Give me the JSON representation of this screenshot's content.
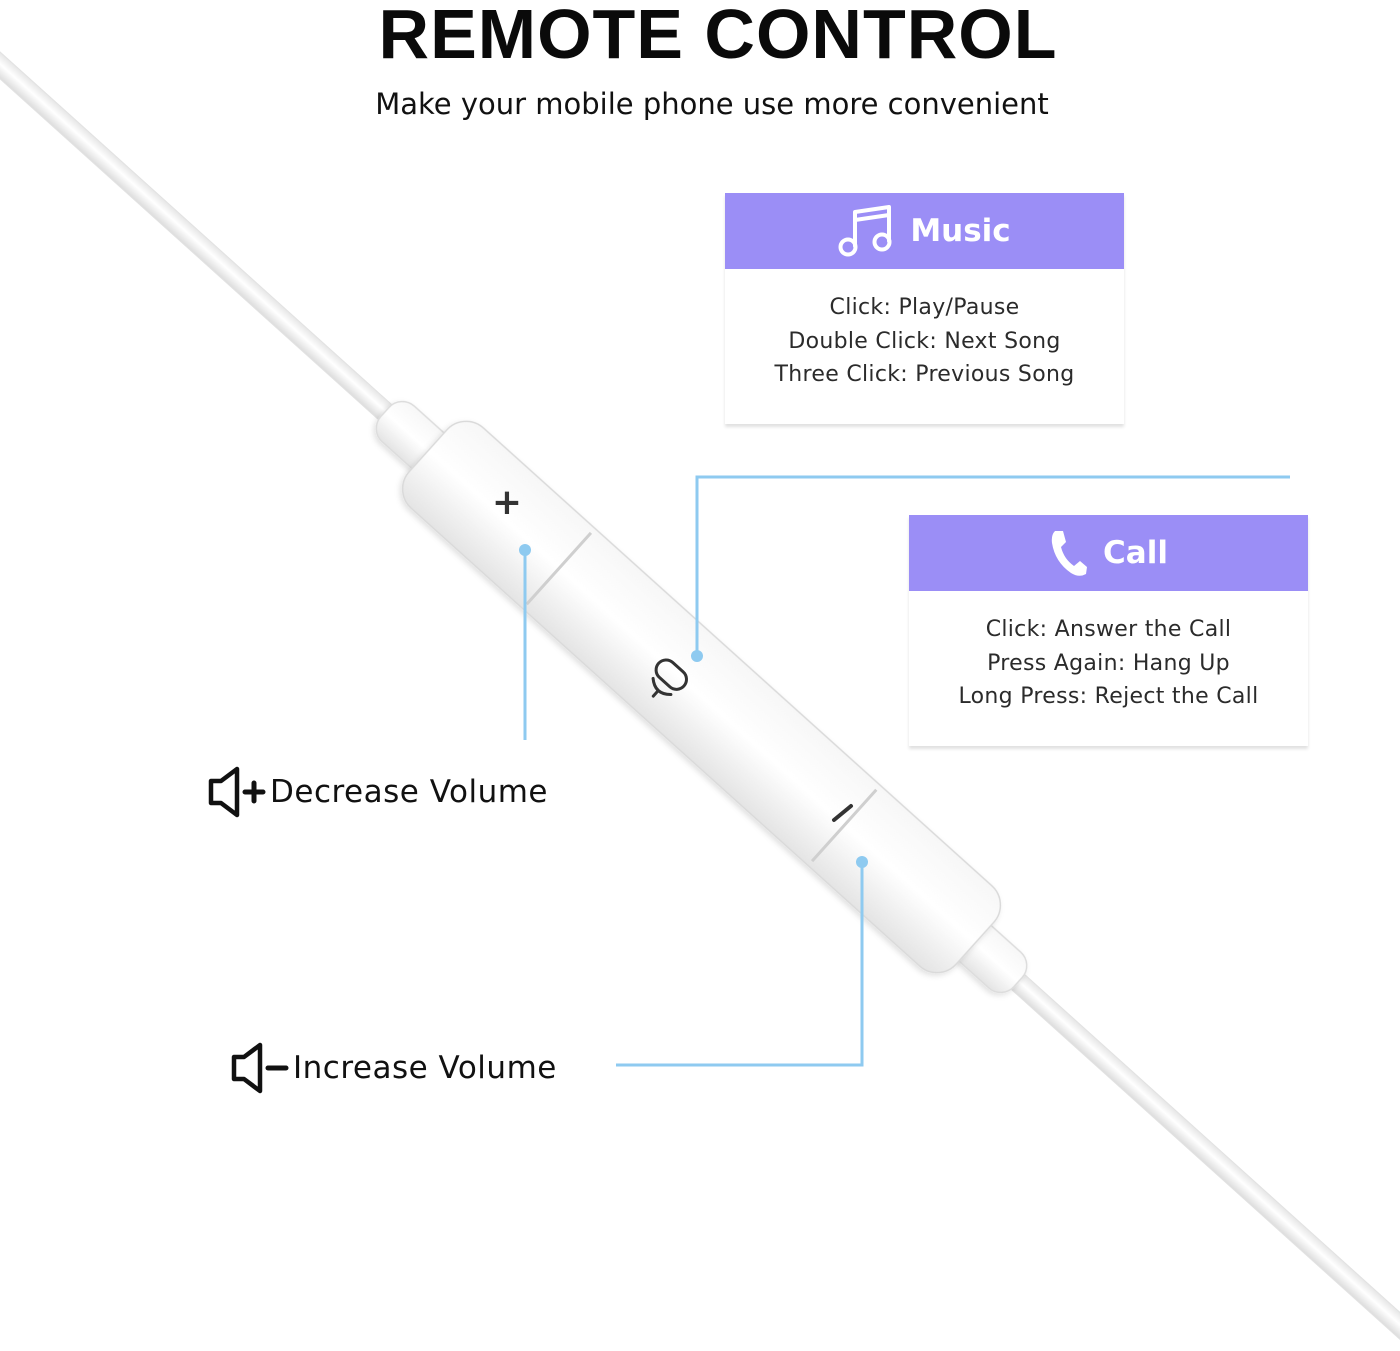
{
  "header": {
    "title": "REMOTE CONTROL",
    "subtitle": "Make your mobile phone use more convenient"
  },
  "cards": {
    "music": {
      "title": "Music",
      "icon": "music-note-icon",
      "lines": [
        "Click: Play/Pause",
        "Double Click: Next Song",
        "Three Click: Previous Song"
      ]
    },
    "call": {
      "title": "Call",
      "icon": "phone-icon",
      "lines": [
        "Click: Answer the Call",
        "Press Again: Hang Up",
        "Long Press: Reject the Call"
      ]
    }
  },
  "volume": {
    "decrease_label": "Decrease Volume",
    "increase_label": "Increase Volume"
  },
  "remote": {
    "button_plus": "+",
    "button_minus": "−",
    "icons": [
      "plus-icon",
      "microphone-icon",
      "minus-icon",
      "speaker-plus-icon",
      "speaker-minus-icon"
    ]
  },
  "colors": {
    "card_header": "#9b8ef6",
    "leader_line": "#8ecaf0",
    "cable": "#ffffff"
  }
}
